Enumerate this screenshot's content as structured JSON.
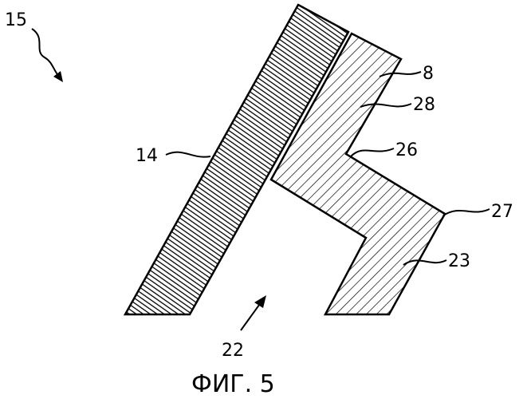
{
  "labels": {
    "l15": "15",
    "l8": "8",
    "l28": "28",
    "l26": "26",
    "l14": "14",
    "l27": "27",
    "l23": "23",
    "l22": "22"
  },
  "caption": "ФИГ. 5",
  "colors": {
    "ink": "#000000",
    "background": "#ffffff"
  }
}
